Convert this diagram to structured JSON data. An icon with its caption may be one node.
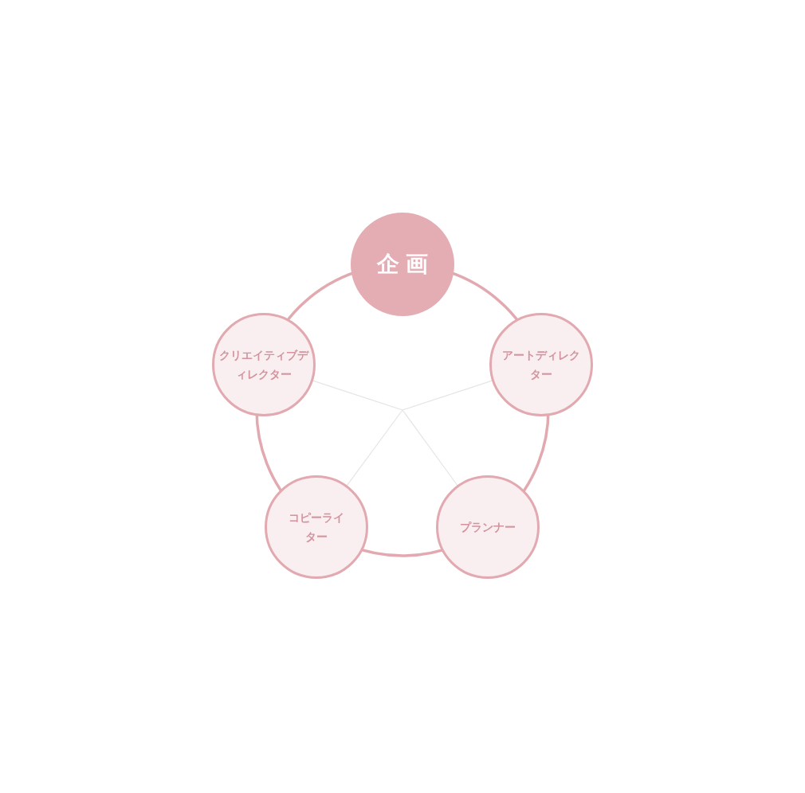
{
  "diagram": {
    "nodes": [
      {
        "text": [
          "企画"
        ]
      },
      {
        "text": [
          "クリエイティブディレクター"
        ]
      },
      {
        "text": [
          "アートディレクター"
        ]
      },
      {
        "text": [
          "コピーライター"
        ]
      },
      {
        "text": [
          "プランナー"
        ]
      }
    ],
    "edges": [
      {
        "from": null,
        "to": 1,
        "arrow": "none"
      },
      {
        "from": null,
        "to": 2,
        "arrow": "none"
      },
      {
        "from": null,
        "to": 3,
        "arrow": "none"
      },
      {
        "from": null,
        "to": 4,
        "arrow": "none"
      }
    ]
  }
}
